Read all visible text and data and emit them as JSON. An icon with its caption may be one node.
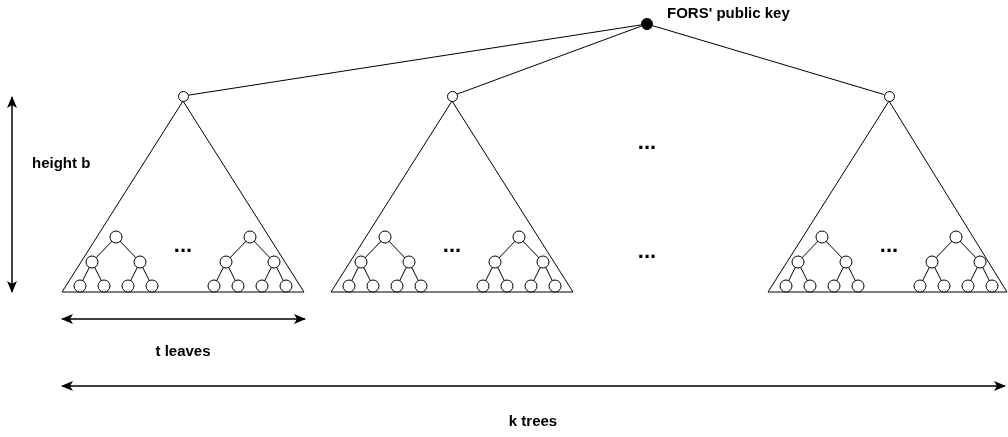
{
  "diagram": {
    "nodes": [
      {
        "text": [],
        "shape": "circle",
        "beside": [
          "FORS' public key"
        ]
      },
      {
        "text": [],
        "shape": "circle"
      },
      {
        "text": [],
        "shape": "circle"
      },
      {
        "text": [],
        "shape": "circle"
      }
    ],
    "edges": [
      {
        "from": 0,
        "to": 1,
        "arrow": "none"
      },
      {
        "from": 0,
        "to": 2,
        "arrow": "none"
      },
      {
        "from": 0,
        "to": 3,
        "arrow": "none"
      }
    ],
    "labels": [
      "...",
      "height b",
      "...",
      "...",
      "...",
      "...",
      "t leaves",
      "k trees"
    ]
  }
}
